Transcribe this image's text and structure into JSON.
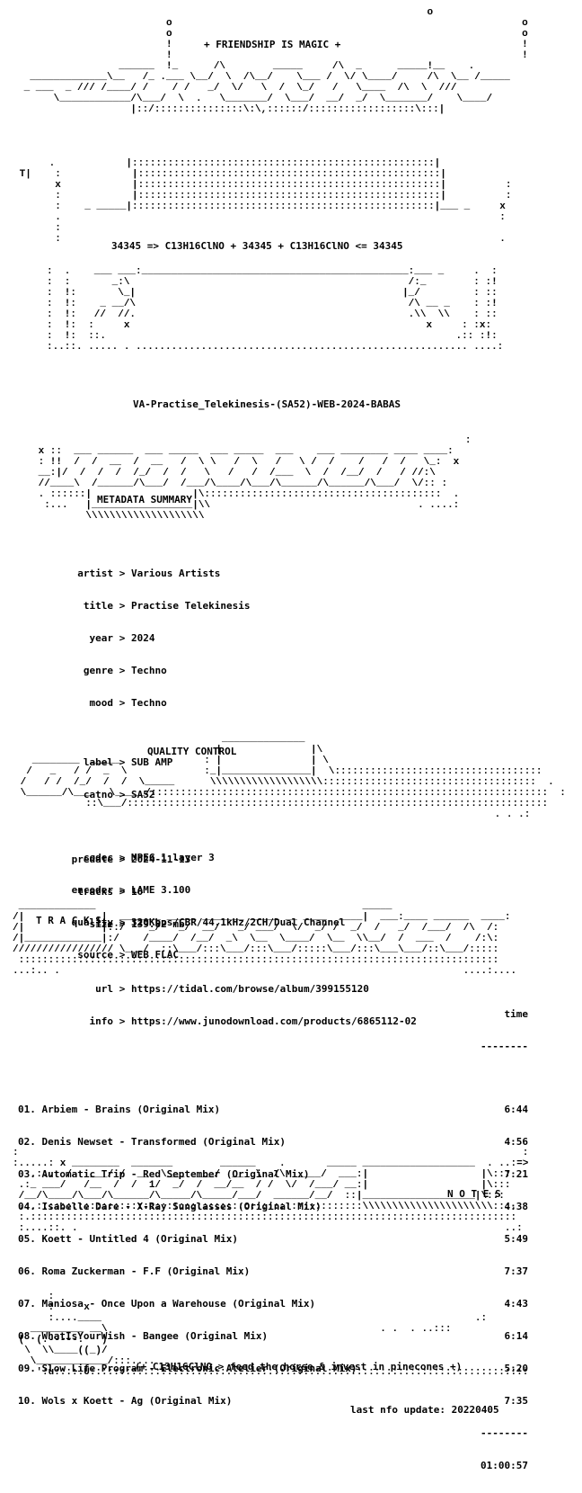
{
  "banner": {
    "tagline": "+ FRIENDSHIP IS MAGIC +",
    "formula_line": "34345 => C13H16ClNO + 34345 + C13H16ClNO <= 34345"
  },
  "release_name": "VA-Practise_Telekinesis-(SA52)-WEB-2024-BABAS",
  "sections": {
    "metadata_title": "METADATA SUMMARY",
    "quality_title": "QUALITY CONTROL",
    "tracks_title": "T R A C K S",
    "notes_title": "N O T E S"
  },
  "metadata": [
    {
      "key": "artist",
      "value": "Various Artists"
    },
    {
      "key": "title",
      "value": "Practise Telekinesis"
    },
    {
      "key": "year",
      "value": "2024"
    },
    {
      "key": "genre",
      "value": "Techno"
    },
    {
      "key": "mood",
      "value": "Techno"
    },
    {
      "key": "",
      "value": ""
    },
    {
      "key": "label",
      "value": "SUB AMP"
    },
    {
      "key": "catno",
      "value": "SA52"
    },
    {
      "key": "",
      "value": ""
    },
    {
      "key": "predate",
      "value": "2024-11-13"
    },
    {
      "key": "tracks",
      "value": "10"
    },
    {
      "key": "size",
      "value": "139.82 mb"
    },
    {
      "key": "",
      "value": ""
    },
    {
      "key": "url",
      "value": "https://tidal.com/browse/album/399155120"
    },
    {
      "key": "info",
      "value": "https://www.junodownload.com/products/6865112-02"
    }
  ],
  "quality": [
    {
      "key": "codec",
      "value": "MPEG 1 layer 3"
    },
    {
      "key": "encoder",
      "value": "LAME 3.100"
    },
    {
      "key": "quality",
      "value": "320Kbps/CBR/44.1kHz/2CH/Dual Channel"
    },
    {
      "key": "source",
      "value": "WEB FLAC"
    }
  ],
  "tracklist": {
    "time_header": "time",
    "divider": "--------",
    "tracks": [
      {
        "name": "01. Arbiem - Brains (Original Mix)",
        "time": "6:44"
      },
      {
        "name": "02. Denis Newset - Transformed (Original Mix)",
        "time": "4:56"
      },
      {
        "name": "03. Automatic Trip - Red September (Original Mix)",
        "time": "7:21"
      },
      {
        "name": "04. Isabelle Dare - X-Ray Sunglasses (Original Mix)",
        "time": "4:38"
      },
      {
        "name": "05. Koett - Untitled 4 (Original Mix)",
        "time": "5:49"
      },
      {
        "name": "06. Roma Zuckerman - F.F (Original Mix)",
        "time": "7:37"
      },
      {
        "name": "07. Maniosa - Once Upon a Warehouse (Original Mix)",
        "time": "4:43"
      },
      {
        "name": "08. WhatIsYourWish - Bangee (Original Mix)",
        "time": "6:14"
      },
      {
        "name": "09. Slow Life Program - Electronic Atelier (Original Mix)",
        "time": "5:20"
      },
      {
        "name": "10. Wols x Koett - Ag (Original Mix)",
        "time": "7:35"
      }
    ],
    "total": "01:00:57"
  },
  "footer": {
    "motto": "(+ C13H16ClNO > feed the horse & invest in pinecones +)",
    "last_update": "last nfo update: 20220405"
  }
}
